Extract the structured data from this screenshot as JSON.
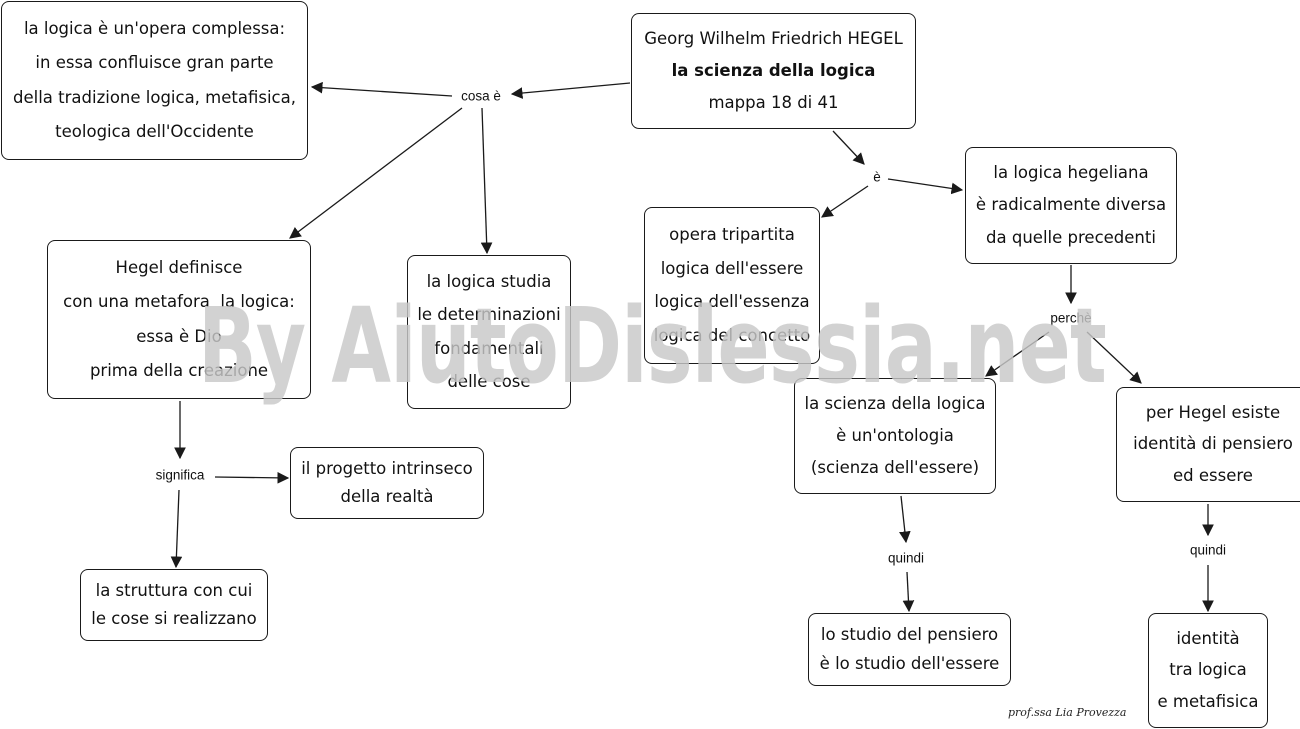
{
  "colors": {
    "stroke": "#1a1a1a",
    "background": "#ffffff",
    "watermark": "#c8c8c8"
  },
  "nodes": {
    "hegel": {
      "lines": [
        "Georg Wilhelm Friedrich HEGEL",
        "la scienza della logica",
        "mappa 18 di 41"
      ]
    },
    "opera_complessa": {
      "lines": [
        "la logica è un'opera complessa:",
        "in essa confluisce gran parte",
        "della tradizione logica, metafisica,",
        "teologica dell'Occidente"
      ]
    },
    "definisce": {
      "lines": [
        "Hegel definisce",
        "con una metafora  la logica:",
        "essa è Dio",
        "prima della creazione"
      ]
    },
    "studia": {
      "lines": [
        "la logica studia",
        "le determinazioni",
        "fondamentali",
        "delle cose"
      ]
    },
    "progetto": {
      "lines": [
        "il progetto intrinseco",
        "della realtà"
      ]
    },
    "struttura": {
      "lines": [
        "la struttura con cui",
        "le cose si realizzano"
      ]
    },
    "tripartita": {
      "lines": [
        "opera tripartita",
        "logica dell'essere",
        "logica dell'essenza",
        "logica del concetto"
      ]
    },
    "hegeliana": {
      "lines": [
        "la logica hegeliana",
        "è radicalmente diversa",
        "da quelle precedenti"
      ]
    },
    "ontologia": {
      "lines": [
        "la scienza della logica",
        "è un'ontologia",
        "(scienza dell'essere)"
      ]
    },
    "identita_pensiero": {
      "lines": [
        "per Hegel esiste",
        "identità di pensiero",
        "ed essere"
      ]
    },
    "studio_pensiero": {
      "lines": [
        "lo studio del pensiero",
        "è lo studio dell'essere"
      ]
    },
    "identita_logica": {
      "lines": [
        "identità",
        "tra logica",
        "e metafisica"
      ]
    }
  },
  "labels": {
    "cosa_e": "cosa è",
    "significa": "significa",
    "e": "è",
    "perche": "perchè",
    "quindi_left": "quindi",
    "quindi_right": "quindi"
  },
  "watermark": "By AiutoDislessia.net",
  "credit": "prof.ssa Lia Provezza"
}
